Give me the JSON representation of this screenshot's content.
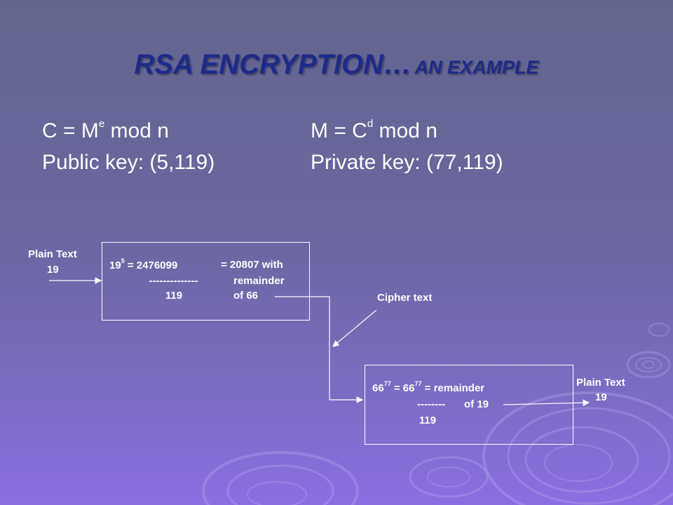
{
  "slide": {
    "title_main": "RSA ENCRYPTION…",
    "title_sub": "AN EXAMPLE",
    "encrypt_formula": {
      "lhs": "C = M",
      "exp": "e",
      "rhs": " mod n"
    },
    "decrypt_formula": {
      "lhs": "M = C",
      "exp": "d",
      "rhs": " mod n"
    },
    "public_key": "Public key: (5,119)",
    "private_key": "Private key: (77,119)"
  },
  "diagram": {
    "input_label": "Plain Text",
    "input_value": "19",
    "encrypt_box": {
      "base": "19",
      "exp": "5",
      "eq1": " =  2476099",
      "eq2": "=  20807 with",
      "divider": "--------------",
      "divisor": "119",
      "remainder_word": "remainder",
      "remainder_val": "of 66"
    },
    "cipher_label": "Cipher text",
    "decrypt_box": {
      "base1": "66",
      "exp1": "77",
      "eq1": " = 66",
      "exp2": "77",
      "eq2": " =  remainder",
      "divider": "--------",
      "remainder_val": "of 19",
      "divisor": "119"
    },
    "output_label": "Plain Text",
    "output_value": "19"
  },
  "colors": {
    "title": "#1e2a8a",
    "text": "#ffffff",
    "background_top": "#63658f",
    "background_bottom": "#8a6ee0"
  }
}
